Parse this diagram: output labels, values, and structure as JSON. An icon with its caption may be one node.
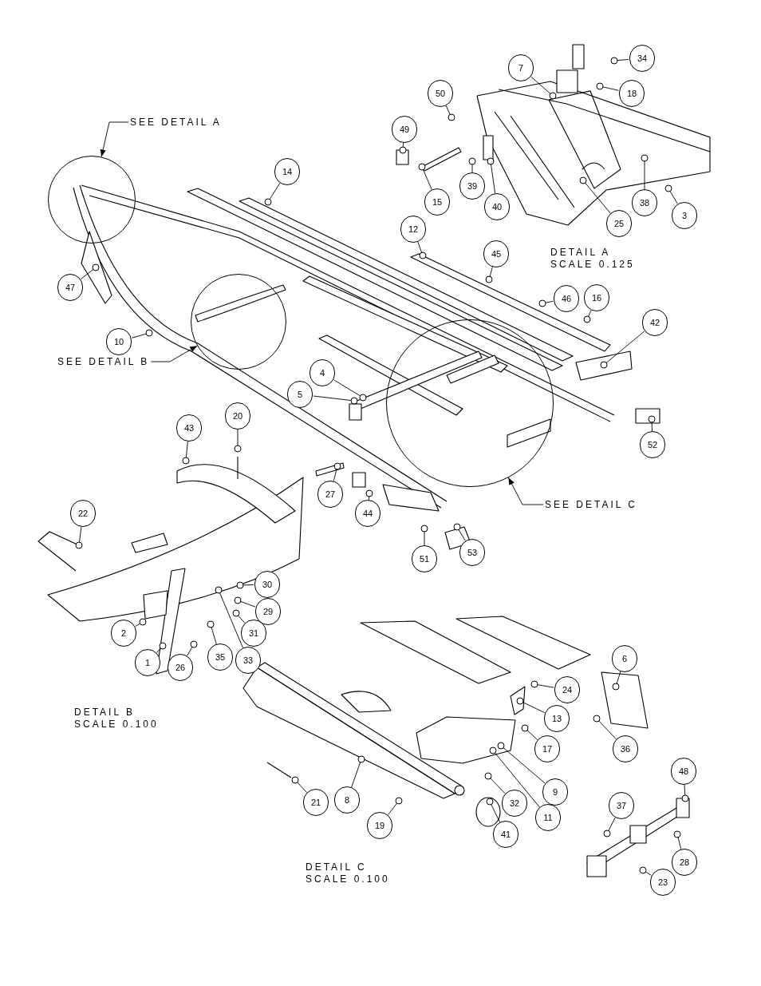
{
  "diagram": {
    "nodes": [
      {
        "text": [
          "SEE DETAIL A"
        ]
      },
      {
        "text": [
          "34"
        ]
      },
      {
        "text": [
          "7"
        ]
      },
      {
        "text": [
          "18"
        ]
      },
      {
        "text": [
          "50"
        ]
      },
      {
        "text": [
          "49"
        ]
      },
      {
        "text": [
          "14"
        ]
      },
      {
        "text": [
          "39"
        ]
      },
      {
        "text": [
          "15"
        ]
      },
      {
        "text": [
          "40"
        ]
      },
      {
        "text": [
          "38"
        ]
      },
      {
        "text": [
          "3"
        ]
      },
      {
        "text": [
          "25"
        ]
      },
      {
        "text": [],
        "shape": "circle"
      },
      {
        "text": [
          "12"
        ]
      },
      {
        "text": [
          "45"
        ]
      },
      {
        "text": [
          "47"
        ]
      },
      {
        "text": [
          "46"
        ]
      },
      {
        "text": [
          "16"
        ]
      },
      {
        "text": [],
        "shape": "circle"
      },
      {
        "text": [
          "42"
        ]
      },
      {
        "text": [
          "10"
        ]
      },
      {
        "text": [
          "SEE DETAIL B"
        ]
      },
      {
        "text": [
          "4"
        ]
      },
      {
        "text": [],
        "shape": "circle"
      },
      {
        "text": [
          "5"
        ]
      },
      {
        "text": [
          "20"
        ]
      },
      {
        "text": [
          "43"
        ]
      },
      {
        "text": [
          "52"
        ]
      },
      {
        "text": [
          "27"
        ]
      },
      {
        "text": [
          "SEE DETAIL C"
        ]
      },
      {
        "text": [
          "44"
        ]
      },
      {
        "text": [
          "22"
        ]
      },
      {
        "text": [
          "53"
        ]
      },
      {
        "text": [
          "51"
        ]
      },
      {
        "text": [
          "30"
        ]
      },
      {
        "text": [
          "29"
        ]
      },
      {
        "text": [
          "31"
        ]
      },
      {
        "text": [
          "2"
        ]
      },
      {
        "text": [
          "33"
        ]
      },
      {
        "text": [
          "35"
        ]
      },
      {
        "text": [
          "1"
        ]
      },
      {
        "text": [
          "26"
        ]
      },
      {
        "text": [
          "6"
        ]
      },
      {
        "text": [
          "24"
        ]
      },
      {
        "text": [
          "13"
        ]
      },
      {
        "text": [
          "36"
        ]
      },
      {
        "text": [
          "17"
        ]
      },
      {
        "text": [
          "48"
        ]
      },
      {
        "text": [
          "9"
        ]
      },
      {
        "text": [
          "21"
        ]
      },
      {
        "text": [
          "8"
        ]
      },
      {
        "text": [
          "32"
        ]
      },
      {
        "text": [
          "37"
        ]
      },
      {
        "text": [
          "11"
        ]
      },
      {
        "text": [
          "41"
        ]
      },
      {
        "text": [
          "19"
        ]
      },
      {
        "text": [
          "28"
        ]
      },
      {
        "text": [
          "23"
        ]
      },
      {
        "text": [],
        "shape": "circle"
      },
      {
        "text": [],
        "shape": "circle"
      },
      {
        "text": [],
        "shape": "circle"
      },
      {
        "text": [],
        "shape": "circle"
      },
      {
        "text": [],
        "shape": "circle"
      },
      {
        "text": [],
        "shape": "circle"
      },
      {
        "text": [],
        "shape": "circle"
      },
      {
        "text": [],
        "shape": "circle"
      },
      {
        "text": [],
        "shape": "circle"
      },
      {
        "text": [],
        "shape": "circle"
      },
      {
        "text": [],
        "shape": "circle"
      },
      {
        "text": [],
        "shape": "circle"
      },
      {
        "text": [],
        "shape": "circle"
      },
      {
        "text": [],
        "shape": "circle"
      },
      {
        "text": [],
        "shape": "circle"
      },
      {
        "text": [],
        "shape": "circle"
      },
      {
        "text": [],
        "shape": "circle"
      },
      {
        "text": [],
        "shape": "circle"
      },
      {
        "text": [],
        "shape": "circle"
      },
      {
        "text": [],
        "shape": "circle"
      },
      {
        "text": [],
        "shape": "circle"
      },
      {
        "text": [],
        "shape": "circle"
      },
      {
        "text": [],
        "shape": "circle"
      },
      {
        "text": [],
        "shape": "circle"
      },
      {
        "text": [],
        "shape": "circle"
      },
      {
        "text": [],
        "shape": "circle"
      },
      {
        "text": [],
        "shape": "circle"
      },
      {
        "text": [],
        "shape": "circle"
      },
      {
        "text": [],
        "shape": "circle"
      },
      {
        "text": [],
        "shape": "circle"
      },
      {
        "text": [],
        "shape": "circle"
      },
      {
        "text": [],
        "shape": "circle"
      },
      {
        "text": [],
        "shape": "circle"
      },
      {
        "text": [],
        "shape": "circle"
      },
      {
        "text": [],
        "shape": "circle"
      },
      {
        "text": [],
        "shape": "circle"
      },
      {
        "text": [],
        "shape": "circle"
      },
      {
        "text": [],
        "shape": "circle"
      },
      {
        "text": [],
        "shape": "circle"
      },
      {
        "text": [],
        "shape": "circle"
      },
      {
        "text": [],
        "shape": "circle"
      },
      {
        "text": [],
        "shape": "circle"
      },
      {
        "text": [],
        "shape": "circle"
      },
      {
        "text": [],
        "shape": "circle"
      },
      {
        "text": [],
        "shape": "circle"
      },
      {
        "text": [],
        "shape": "circle"
      },
      {
        "text": [],
        "shape": "circle"
      },
      {
        "text": [],
        "shape": "circle"
      },
      {
        "text": [],
        "shape": "circle"
      },
      {
        "text": [],
        "shape": "circle"
      },
      {
        "text": [],
        "shape": "circle"
      },
      {
        "text": [],
        "shape": "circle"
      },
      {
        "text": [],
        "shape": "circle"
      }
    ],
    "edges": [
      {
        "from": 0,
        "to": 13,
        "arrow": "to"
      },
      {
        "from": 22,
        "to": 19,
        "arrow": "to"
      },
      {
        "from": 30,
        "to": 24,
        "arrow": "to"
      },
      {
        "from": 1,
        "to": 59,
        "arrow": "none"
      },
      {
        "from": 2,
        "to": 60,
        "arrow": "none"
      },
      {
        "from": 3,
        "to": 61,
        "arrow": "none"
      },
      {
        "from": 4,
        "to": 62,
        "arrow": "none"
      },
      {
        "from": 5,
        "to": 63,
        "arrow": "none"
      },
      {
        "from": 6,
        "to": 64,
        "arrow": "none"
      },
      {
        "from": 7,
        "to": 65,
        "arrow": "none"
      },
      {
        "from": 8,
        "to": 66,
        "arrow": "none"
      },
      {
        "from": 9,
        "to": 67,
        "arrow": "none"
      },
      {
        "from": 10,
        "to": 68,
        "arrow": "none"
      },
      {
        "from": 11,
        "to": 69,
        "arrow": "none"
      },
      {
        "from": 12,
        "to": 70,
        "arrow": "none"
      },
      {
        "from": 14,
        "to": 71,
        "arrow": "none"
      },
      {
        "from": 15,
        "to": 72,
        "arrow": "none"
      },
      {
        "from": 16,
        "to": 73,
        "arrow": "none"
      },
      {
        "from": 17,
        "to": 74,
        "arrow": "none"
      },
      {
        "from": 18,
        "to": 75,
        "arrow": "none"
      },
      {
        "from": 20,
        "to": 76,
        "arrow": "none"
      },
      {
        "from": 21,
        "to": 77,
        "arrow": "none"
      },
      {
        "from": 23,
        "to": 78,
        "arrow": "none"
      },
      {
        "from": 25,
        "to": 79,
        "arrow": "none"
      },
      {
        "from": 26,
        "to": 80,
        "arrow": "none"
      },
      {
        "from": 27,
        "to": 81,
        "arrow": "none"
      },
      {
        "from": 28,
        "to": 82,
        "arrow": "none"
      },
      {
        "from": 29,
        "to": 83,
        "arrow": "none"
      },
      {
        "from": 31,
        "to": 84,
        "arrow": "none"
      },
      {
        "from": 32,
        "to": 85,
        "arrow": "none"
      },
      {
        "from": 33,
        "to": 86,
        "arrow": "none"
      },
      {
        "from": 34,
        "to": 87,
        "arrow": "none"
      },
      {
        "from": 35,
        "to": 88,
        "arrow": "none"
      },
      {
        "from": 36,
        "to": 89,
        "arrow": "none"
      },
      {
        "from": 37,
        "to": 90,
        "arrow": "none"
      },
      {
        "from": 38,
        "to": 91,
        "arrow": "none"
      },
      {
        "from": 39,
        "to": 92,
        "arrow": "none"
      },
      {
        "from": 40,
        "to": 93,
        "arrow": "none"
      },
      {
        "from": 41,
        "to": 94,
        "arrow": "none"
      },
      {
        "from": 42,
        "to": 95,
        "arrow": "none"
      },
      {
        "from": 43,
        "to": 96,
        "arrow": "none"
      },
      {
        "from": 44,
        "to": 97,
        "arrow": "none"
      },
      {
        "from": 45,
        "to": 98,
        "arrow": "none"
      },
      {
        "from": 46,
        "to": 99,
        "arrow": "none"
      },
      {
        "from": 47,
        "to": 100,
        "arrow": "none"
      },
      {
        "from": 48,
        "to": 101,
        "arrow": "none"
      },
      {
        "from": 49,
        "to": 102,
        "arrow": "none"
      },
      {
        "from": 50,
        "to": 103,
        "arrow": "none"
      },
      {
        "from": 51,
        "to": 104,
        "arrow": "none"
      },
      {
        "from": 52,
        "to": 105,
        "arrow": "none"
      },
      {
        "from": 53,
        "to": 106,
        "arrow": "none"
      },
      {
        "from": 54,
        "to": 107,
        "arrow": "none"
      },
      {
        "from": 55,
        "to": 108,
        "arrow": "none"
      },
      {
        "from": 56,
        "to": 109,
        "arrow": "none"
      },
      {
        "from": 57,
        "to": 110,
        "arrow": "none"
      },
      {
        "from": 58,
        "to": 111,
        "arrow": "none"
      }
    ],
    "labels": [
      "DETAIL A",
      "SCALE 0.125",
      "DETAIL B",
      "SCALE 0.100",
      "DETAIL C",
      "SCALE 0.100"
    ]
  }
}
